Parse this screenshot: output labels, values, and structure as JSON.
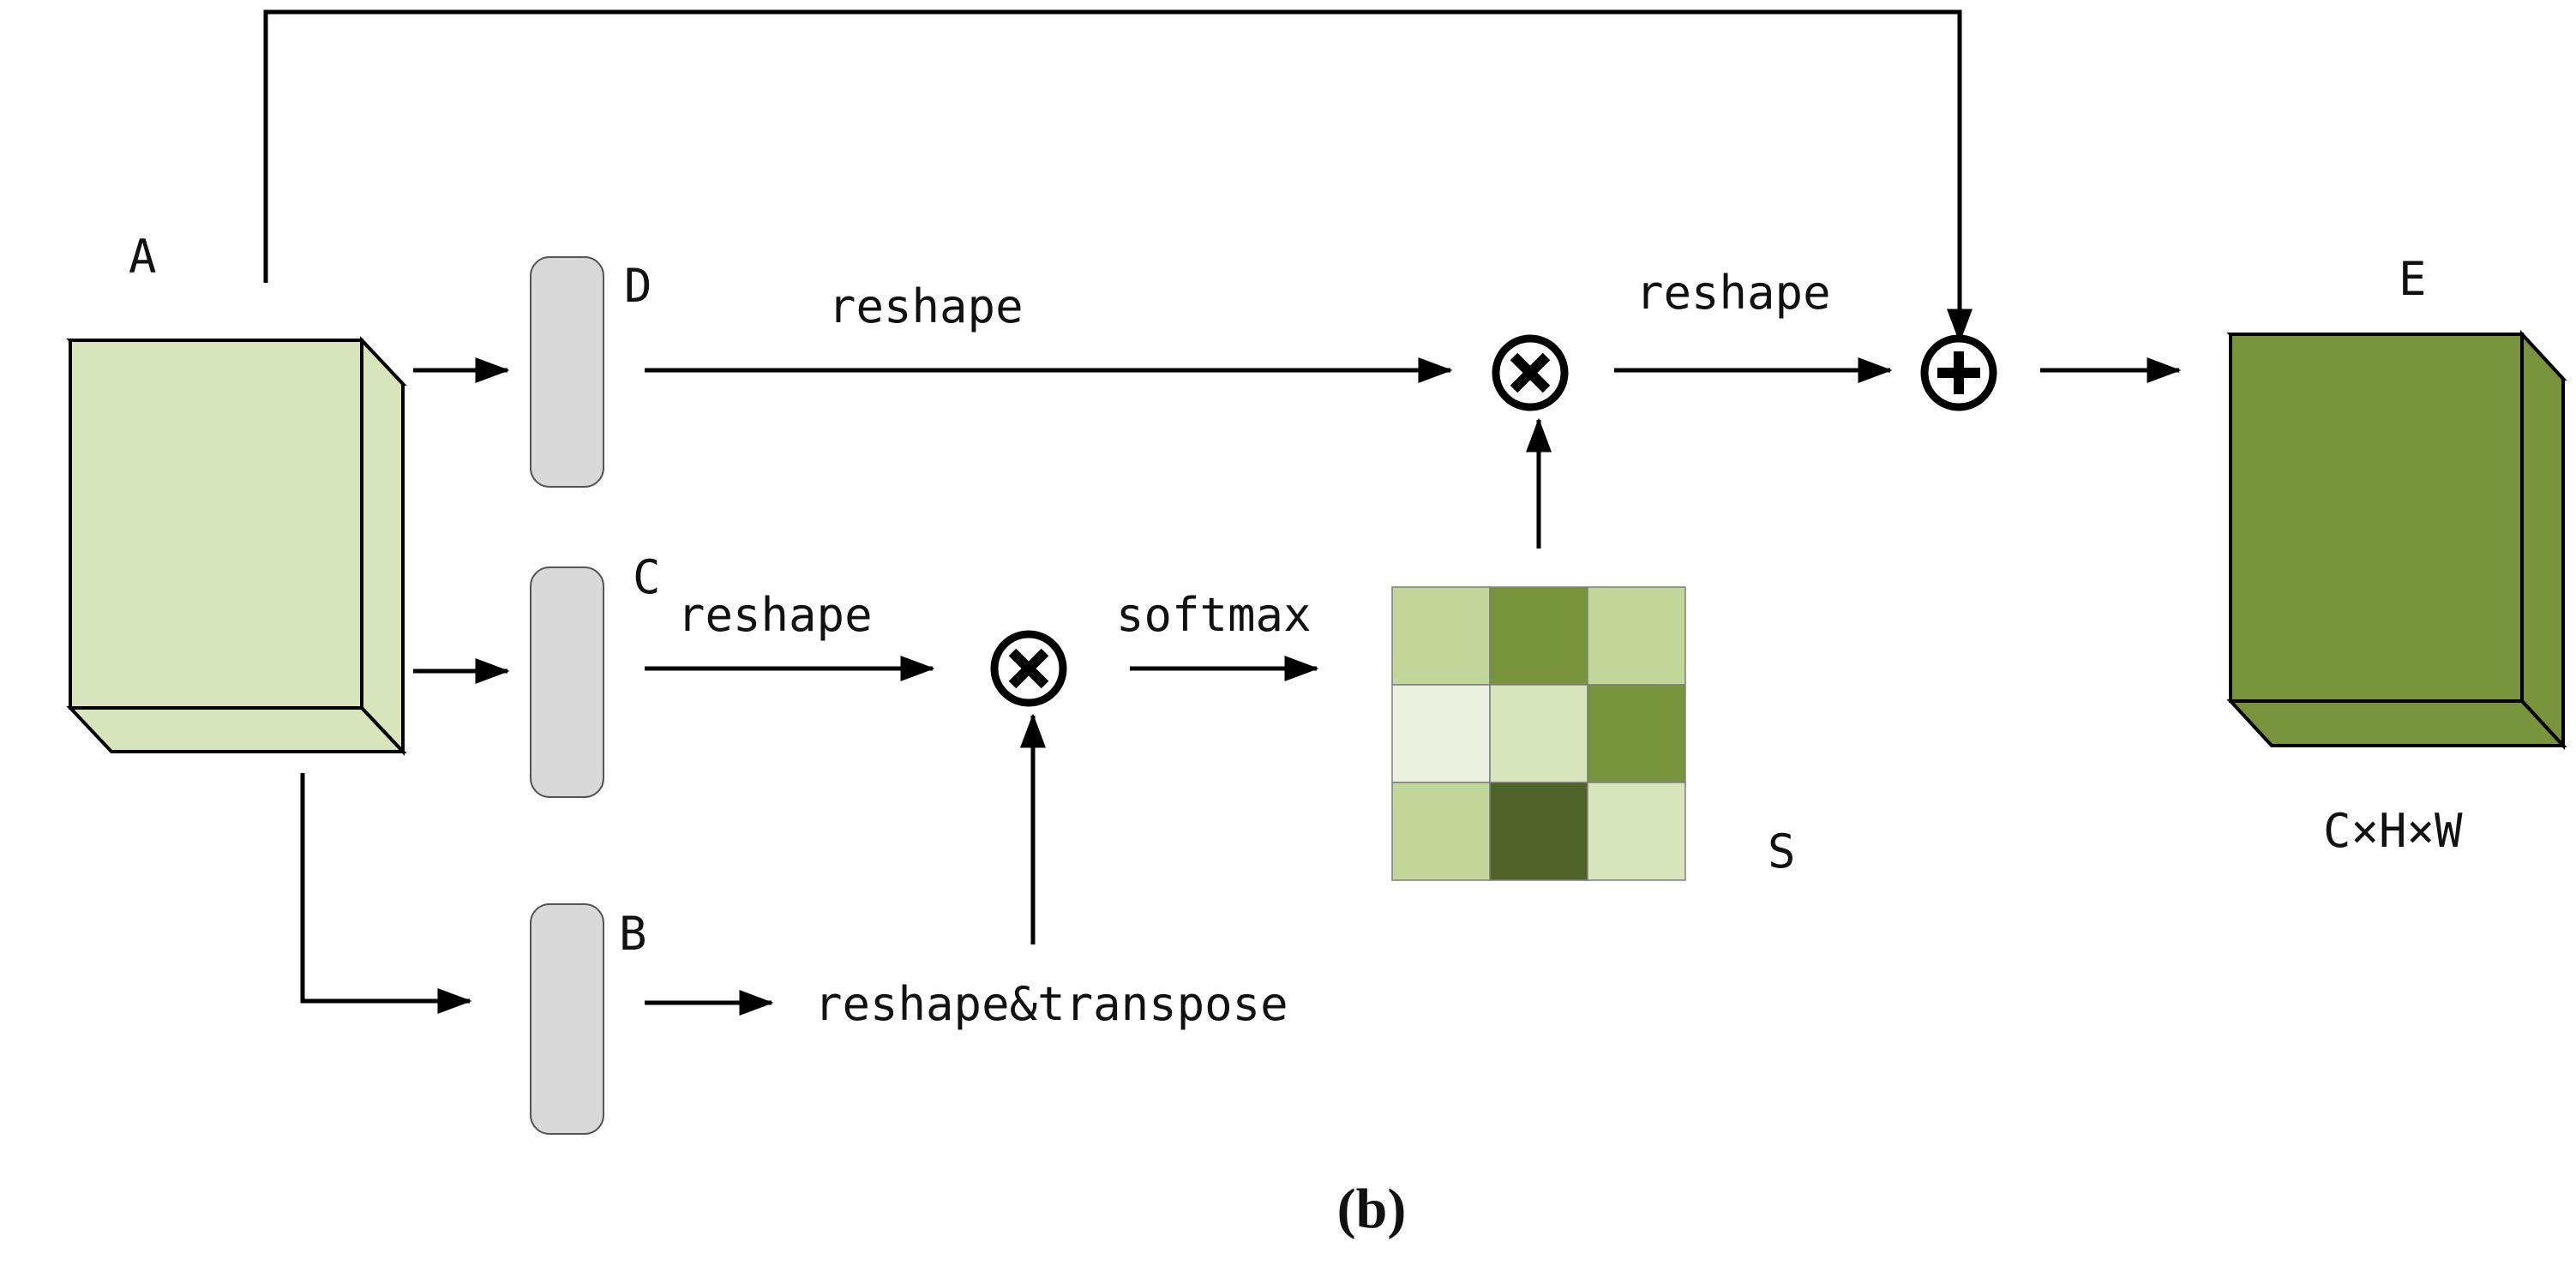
{
  "labels": {
    "A": "A",
    "B": "B",
    "C": "C",
    "D": "D",
    "E": "E",
    "S": "S",
    "dims": "C×H×W"
  },
  "edges": {
    "reshape_D": "reshape",
    "reshape_C": "reshape",
    "softmax": "softmax",
    "reshape_transpose": "reshape&transpose",
    "reshape_out": "reshape"
  },
  "caption": "(b)",
  "colors": {
    "light_green": "#d8e4bc",
    "dark_green": "#77933c",
    "darker_green": "#4f6228",
    "gray_block": "#d9d9d9",
    "matrix": [
      [
        "#c4d79b",
        "#77933c",
        "#c4d79b"
      ],
      [
        "#ebf1de",
        "#d8e4bc",
        "#77933c"
      ],
      [
        "#c4d79b",
        "#4f6228",
        "#d8e4bc"
      ]
    ]
  }
}
